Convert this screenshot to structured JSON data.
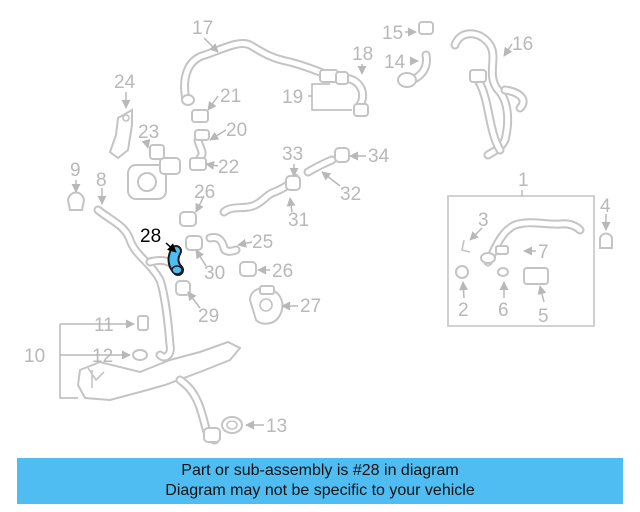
{
  "diagram": {
    "highlight_color": "#4fbcf2",
    "highlighted_part": "28",
    "callouts": [
      "1",
      "2",
      "3",
      "4",
      "5",
      "6",
      "7",
      "8",
      "9",
      "10",
      "11",
      "12",
      "13",
      "14",
      "15",
      "16",
      "17",
      "18",
      "19",
      "20",
      "21",
      "22",
      "23",
      "24",
      "25",
      "26",
      "27",
      "28",
      "29",
      "30",
      "31",
      "32",
      "33",
      "34"
    ]
  },
  "banner": {
    "line1": "Part or sub-assembly is #28 in diagram",
    "line2": "Diagram may not be specific to your vehicle"
  }
}
